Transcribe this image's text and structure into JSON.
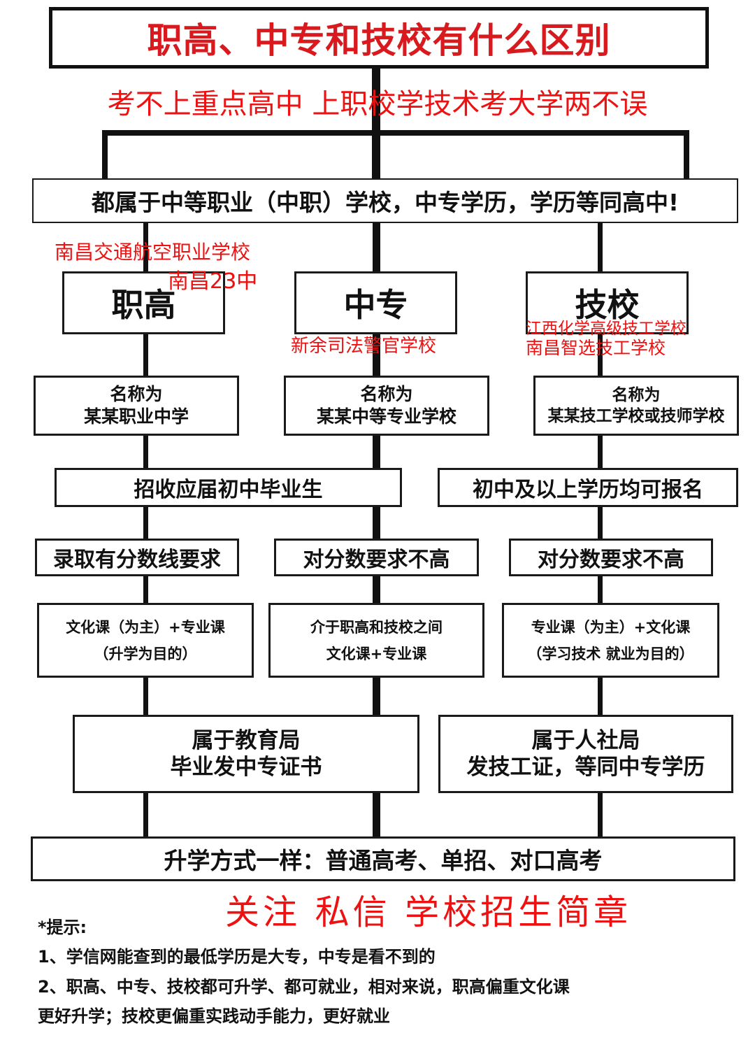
{
  "title": "职高、中专和技校有什么区别",
  "subtitle": "考不上重点高中 上职校学技术考大学两不误",
  "banner_top": "都属于中等职业（中职）学校，中专学历，学历等同高中!",
  "columns": {
    "zhigao": {
      "name": "职高",
      "schools": [
        "南昌交通航空职业学校",
        "南昌23中"
      ],
      "naming": [
        "名称为",
        "某某职业中学"
      ],
      "score": "录取有分数线要求",
      "curriculum": [
        "文化课（为主）+专业课",
        "（升学为目的）"
      ]
    },
    "zhongzhuan": {
      "name": "中专",
      "schools": [
        "新余司法警官学校"
      ],
      "naming": [
        "名称为",
        "某某中等专业学校"
      ],
      "score": "对分数要求不高",
      "curriculum": [
        "介于职高和技校之间",
        "文化课+专业课"
      ]
    },
    "jixiao": {
      "name": "技校",
      "schools": [
        "江西化学高级技工学校",
        "南昌智选技工学校"
      ],
      "naming": [
        "名称为",
        "某某技工学校或技师学校"
      ],
      "score": "对分数要求不高",
      "curriculum": [
        "专业课（为主）+文化课",
        "（学习技术 就业为目的）"
      ]
    }
  },
  "enroll_left": "招收应届初中毕业生",
  "enroll_right": "初中及以上学历均可报名",
  "dept_left": [
    "属于教育局",
    "毕业发中专证书"
  ],
  "dept_right": [
    "属于人社局",
    "发技工证，等同中专学历"
  ],
  "banner_bottom": "升学方式一样：普通高考、单招、对口高考",
  "follow": "关注 私信 学校招生简章",
  "tips": {
    "heading": "*提示:",
    "lines": [
      "1、学信网能查到的最低学历是大专，中专是看不到的",
      "2、职高、中专、技校都可升学、都可就业，相对来说，职高偏重文化课",
      "更好升学；技校更偏重实践动手能力，更好就业"
    ]
  }
}
